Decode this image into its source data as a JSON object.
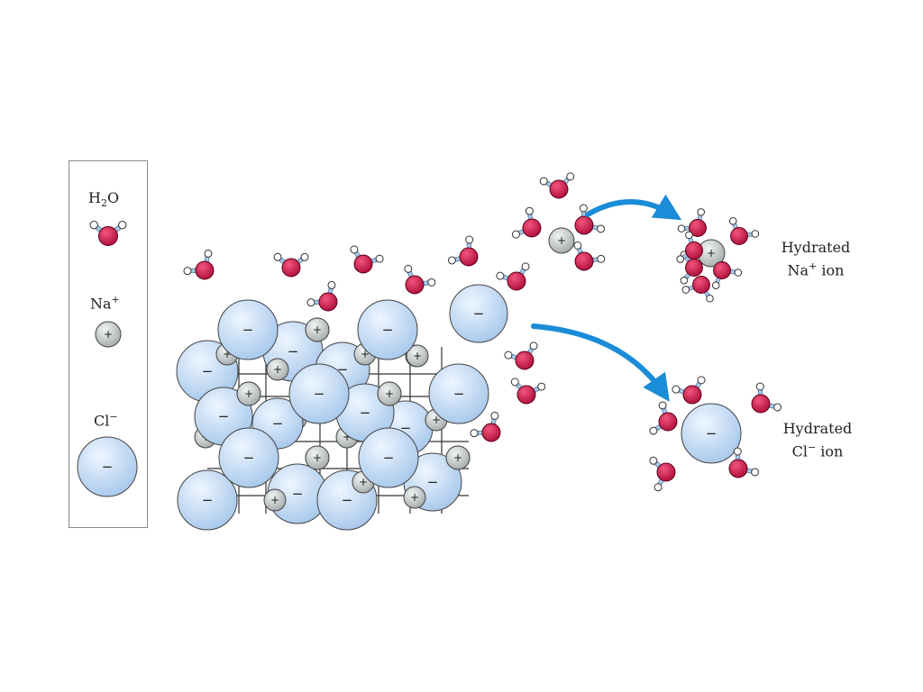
{
  "legend": {
    "water": {
      "base": "H",
      "sub": "2",
      "tail": "O"
    },
    "sodium": {
      "base": "Na",
      "sup": "+"
    },
    "chloride": {
      "base": "Cl",
      "sup": "−"
    }
  },
  "captions": {
    "hydrated_na": {
      "line1": "Hydrated",
      "line2_base": "Na",
      "line2_sup": "+",
      "line2_tail": " ion"
    },
    "hydrated_cl": {
      "line1": "Hydrated",
      "line2_base": "Cl",
      "line2_sup": "−",
      "line2_tail": " ion"
    }
  },
  "charges": {
    "positive": "+",
    "negative": "−"
  },
  "colors": {
    "oxygen": "#d4184a",
    "hydrogen": "#ffffff",
    "bond": "#a8c8e8",
    "sodium": "#c2c6c6",
    "chloride": "#c4dcf4",
    "arrow": "#1a8cd8",
    "outline": "#444444"
  }
}
